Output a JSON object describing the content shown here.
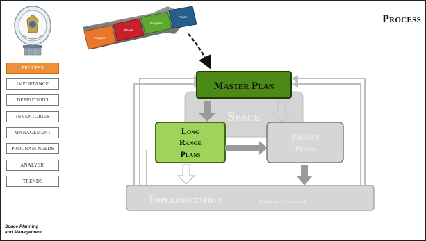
{
  "page_title": "Process",
  "nav": {
    "items": [
      {
        "label": "PROCESS",
        "active": true
      },
      {
        "label": "IMPORTANCE",
        "active": false
      },
      {
        "label": "DEFINITIONS",
        "active": false
      },
      {
        "label": "INVENTORIES",
        "active": false
      },
      {
        "label": "MANAGEMENT",
        "active": false
      },
      {
        "label": "PROGRAM NEEDS",
        "active": false
      },
      {
        "label": "ANALYSIS",
        "active": false
      },
      {
        "label": "TRENDS",
        "active": false
      }
    ]
  },
  "footer": {
    "line1": "Space Planning",
    "line2": "and Management"
  },
  "arrow_steps": [
    {
      "label": "Program",
      "color": "#e8762b"
    },
    {
      "label": "Phase",
      "color": "#c8202a"
    },
    {
      "label": "Program",
      "color": "#5da82e"
    },
    {
      "label": "Phase",
      "color": "#255f8a"
    }
  ],
  "diagram": {
    "master_plan": "Master Plan",
    "space": "Space",
    "long_range_line1": "Long",
    "long_range_line2": "Range",
    "long_range_line3": "Plans",
    "project_line1": "Project",
    "project_line2": "Plans",
    "implementation": "Implementation",
    "implementation_sub": "(Design and Construction)"
  },
  "colors": {
    "green_dark": "#4c8a18",
    "green_light": "#9fd45a",
    "gray_box": "#cfcfcf",
    "gray_text": "#ededed"
  }
}
